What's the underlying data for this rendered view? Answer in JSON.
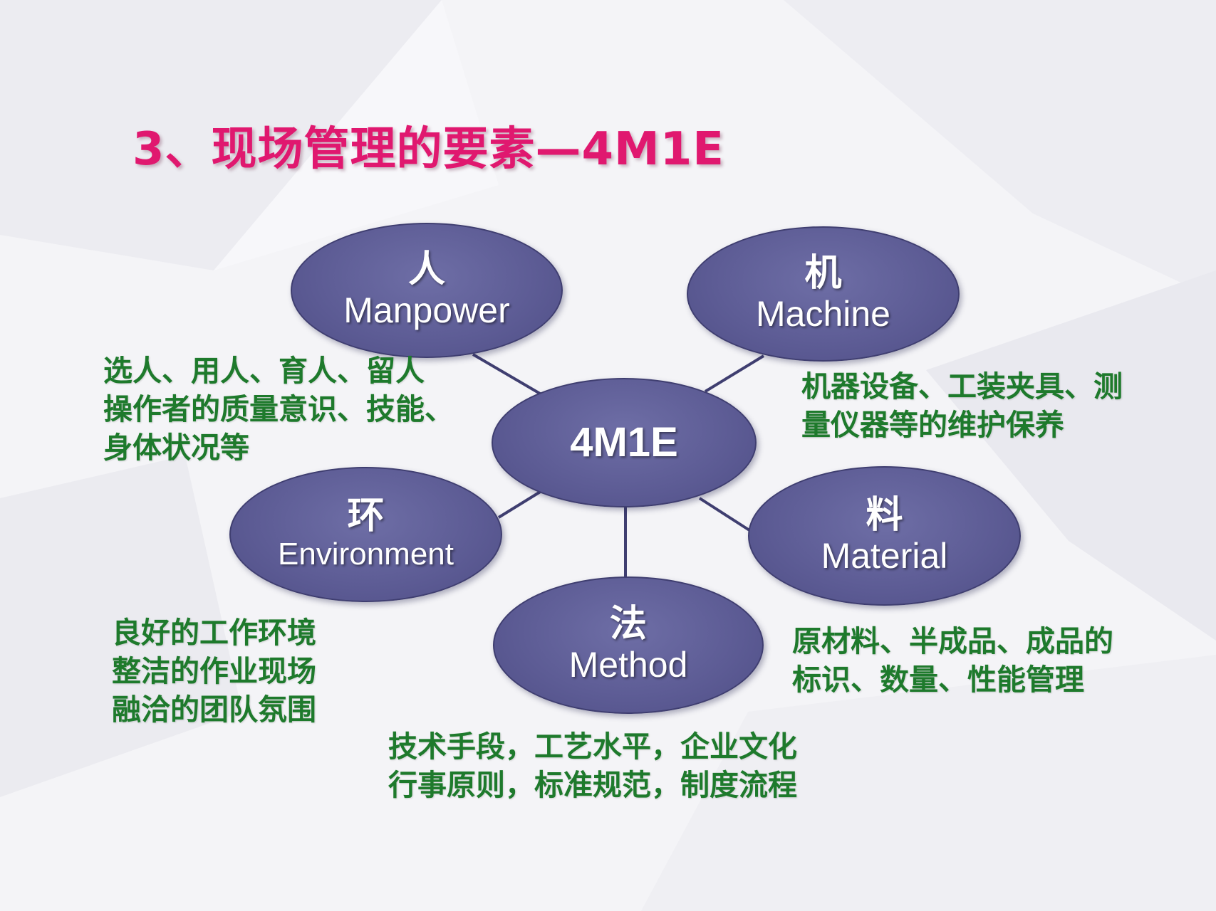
{
  "title": "3、现场管理的要素—4M1E",
  "center": {
    "label": "4M1E"
  },
  "nodes": {
    "man": {
      "zh": "人",
      "en": "Manpower"
    },
    "machine": {
      "zh": "机",
      "en": "Machine"
    },
    "environment": {
      "zh": "环",
      "en": "Environment"
    },
    "material": {
      "zh": "料",
      "en": "Material"
    },
    "method": {
      "zh": "法",
      "en": "Method"
    }
  },
  "descriptions": {
    "man": [
      "选人、用人、育人、留人",
      "操作者的质量意识、技能、",
      "身体状况等"
    ],
    "machine": [
      "机器设备、工装夹具、测",
      "量仪器等的维护保养"
    ],
    "environment": [
      "良好的工作环境",
      "整洁的作业现场",
      "融洽的团队氛围"
    ],
    "material": [
      "原材料、半成品、成品的",
      "标识、数量、性能管理"
    ],
    "method": [
      "技术手段，工艺水平，企业文化",
      "行事原则，标准规范，制度流程"
    ]
  },
  "colors": {
    "title": "#e0186f",
    "node_fill": "#5c5b94",
    "description_text": "#1e7a2c",
    "connector": "#3f3e70"
  }
}
